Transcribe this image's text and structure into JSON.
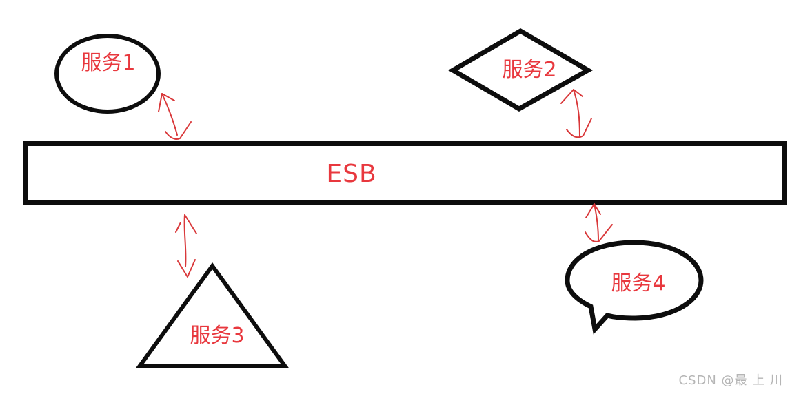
{
  "diagram": {
    "bus": {
      "label": "ESB",
      "shape": "rectangle"
    },
    "services": [
      {
        "label": "服务1",
        "shape": "ellipse",
        "position": "top-left"
      },
      {
        "label": "服务2",
        "shape": "diamond",
        "position": "top-right"
      },
      {
        "label": "服务3",
        "shape": "triangle",
        "position": "bottom-left"
      },
      {
        "label": "服务4",
        "shape": "speech-bubble",
        "position": "bottom-right"
      }
    ],
    "connections": [
      {
        "from": "服务1",
        "to": "ESB",
        "style": "hand-drawn-double-arrow"
      },
      {
        "from": "服务2",
        "to": "ESB",
        "style": "hand-drawn-double-arrow"
      },
      {
        "from": "服务3",
        "to": "ESB",
        "style": "hand-drawn-double-arrow"
      },
      {
        "from": "服务4",
        "to": "ESB",
        "style": "hand-drawn-double-arrow"
      }
    ],
    "colors": {
      "label_text": "#e8383e",
      "arrow": "#d9383a",
      "shape_stroke": "#0d0d0d",
      "background": "#ffffff",
      "watermark_text": "#b5b5b5"
    }
  },
  "watermark": {
    "text": "CSDN @最 上 川"
  }
}
